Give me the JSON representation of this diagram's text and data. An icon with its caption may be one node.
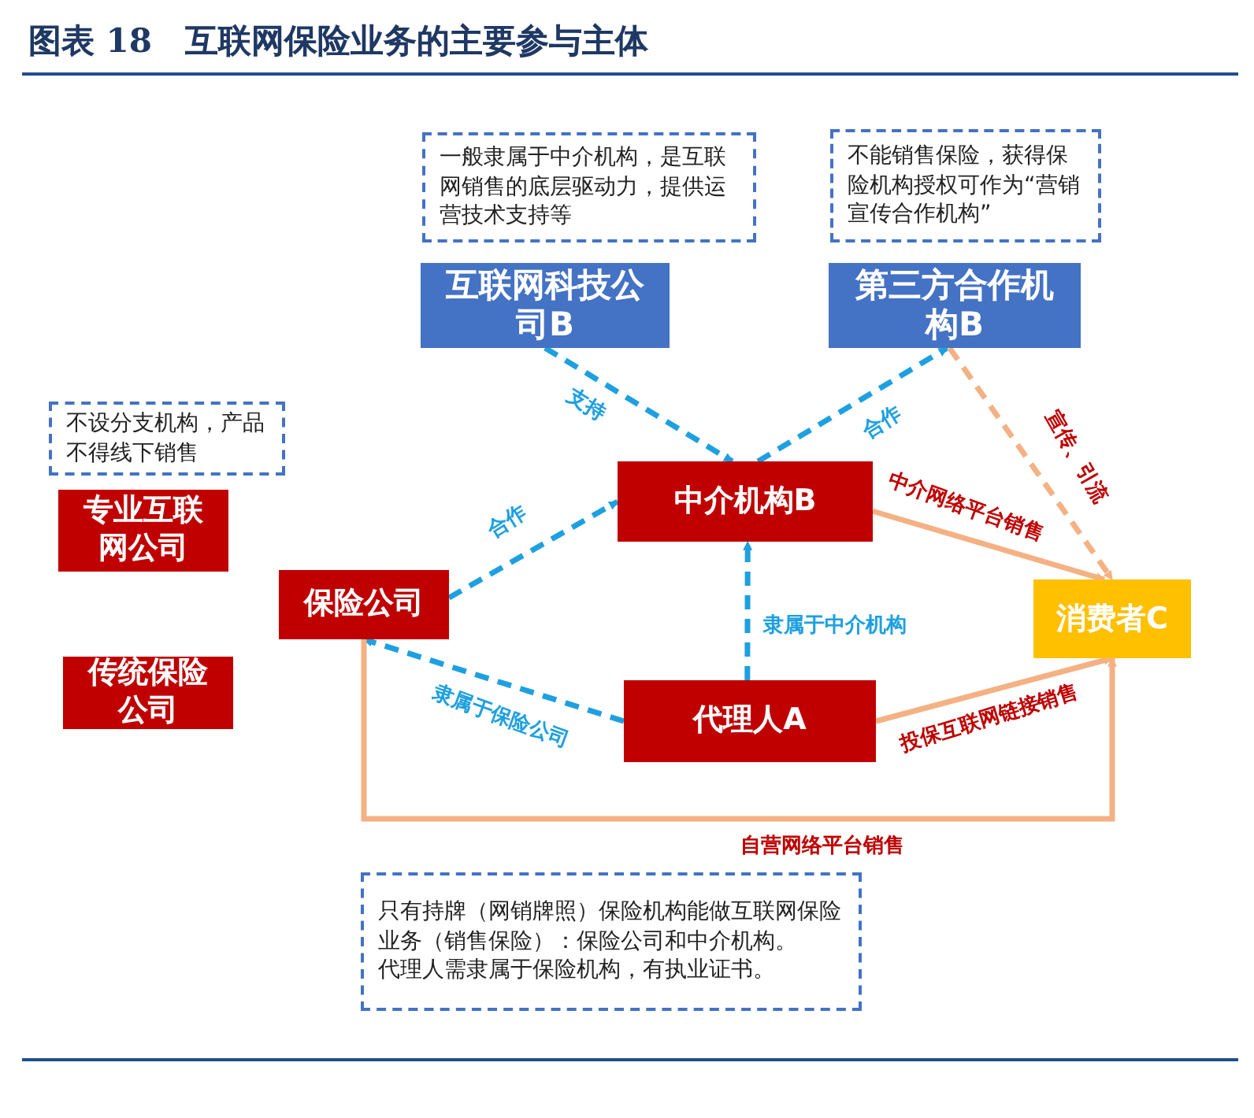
{
  "diagram": {
    "title": "图表 18　互联网保险业务的主要参与主体",
    "nodes": [
      {
        "text": [
          "一般隶属于中介机构，是互联网销售的底层驱动力，提供运营技术支持等"
        ]
      },
      {
        "text": [
          "互联网科技公司B"
        ]
      },
      {
        "text": [
          "不能销售保险，获得保险机构授权可作为“营销宣传合作机构”"
        ]
      },
      {
        "text": [
          "第三方合作机构B"
        ]
      },
      {
        "text": [
          "不设分支机构，产品不得线下销售"
        ]
      },
      {
        "text": [
          "专业互联网公司"
        ]
      },
      {
        "text": [
          "中介机构B"
        ]
      },
      {
        "text": [
          "保险公司"
        ]
      },
      {
        "text": [
          "消费者C"
        ]
      },
      {
        "text": [
          "传统保险公司"
        ]
      },
      {
        "text": [
          "代理人A"
        ]
      },
      {
        "text": [
          "只有持牌（网销牌照）保险机构能做互联网保险业务（销售保险）：保险公司和中介机构。",
          "代理人需隶属于保险机构，有执业证书。"
        ]
      }
    ],
    "edges": [
      {
        "from": 1,
        "to": 6,
        "arrow": "to",
        "label": "支持",
        "style": "dashed"
      },
      {
        "from": 6,
        "to": 3,
        "arrow": "to",
        "label": "合作",
        "style": "dashed"
      },
      {
        "from": 7,
        "to": 6,
        "arrow": "to",
        "label": "合作",
        "style": "dashed"
      },
      {
        "from": 10,
        "to": 6,
        "arrow": "to",
        "label": "隶属于中介机构",
        "style": "dashed"
      },
      {
        "from": 10,
        "to": 7,
        "arrow": "to",
        "label": "隶属于保险公司",
        "style": "dashed"
      },
      {
        "from": 3,
        "to": 8,
        "arrow": "to",
        "label": "宣传、引流",
        "style": "dashed",
        "color": "#f4b183"
      },
      {
        "from": 6,
        "to": 8,
        "arrow": "to",
        "label": "中介网络平台销售",
        "color": "#f4b183"
      },
      {
        "from": 10,
        "to": 8,
        "arrow": "to",
        "label": "投保互联网链接销售",
        "color": "#f4b183"
      },
      {
        "from": 7,
        "to": 8,
        "arrow": "to",
        "label": "自营网络平台销售",
        "color": "#f4b183"
      }
    ]
  }
}
